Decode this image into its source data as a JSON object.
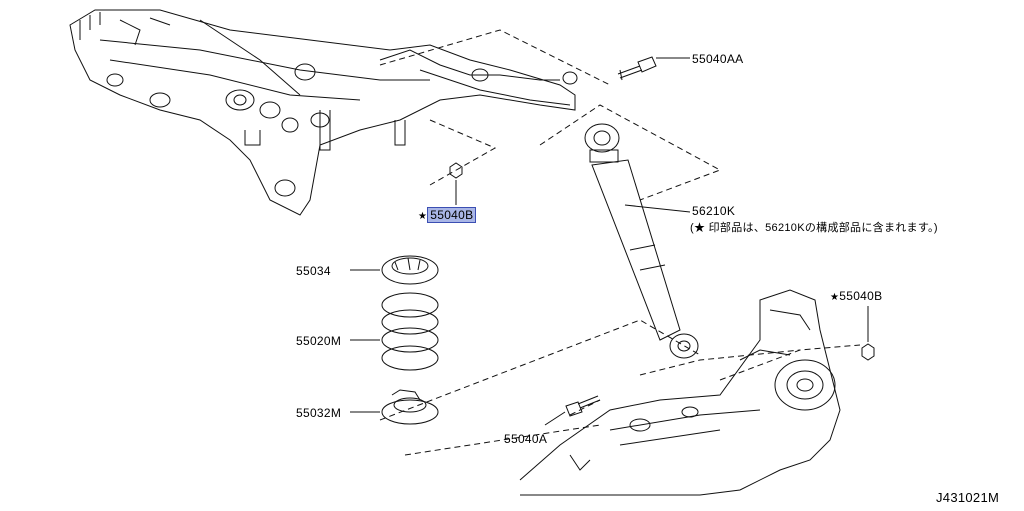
{
  "diagram": {
    "callouts": {
      "bolt_55040aa": "55040AA",
      "nut_55040b_top": "55040B",
      "shock_56210k": "56210K",
      "note_56210k": "(★ 印部品は、56210Kの構成部品に含まれます。)",
      "nut_55040b_right": "55040B",
      "seat_55034": "55034",
      "spring_55020m": "55020M",
      "seat_55032m": "55032M",
      "bolt_55040a": "55040A"
    },
    "star_marker": "★",
    "reference_code": "J431021M",
    "highlight_color": "#a9b6e6"
  }
}
